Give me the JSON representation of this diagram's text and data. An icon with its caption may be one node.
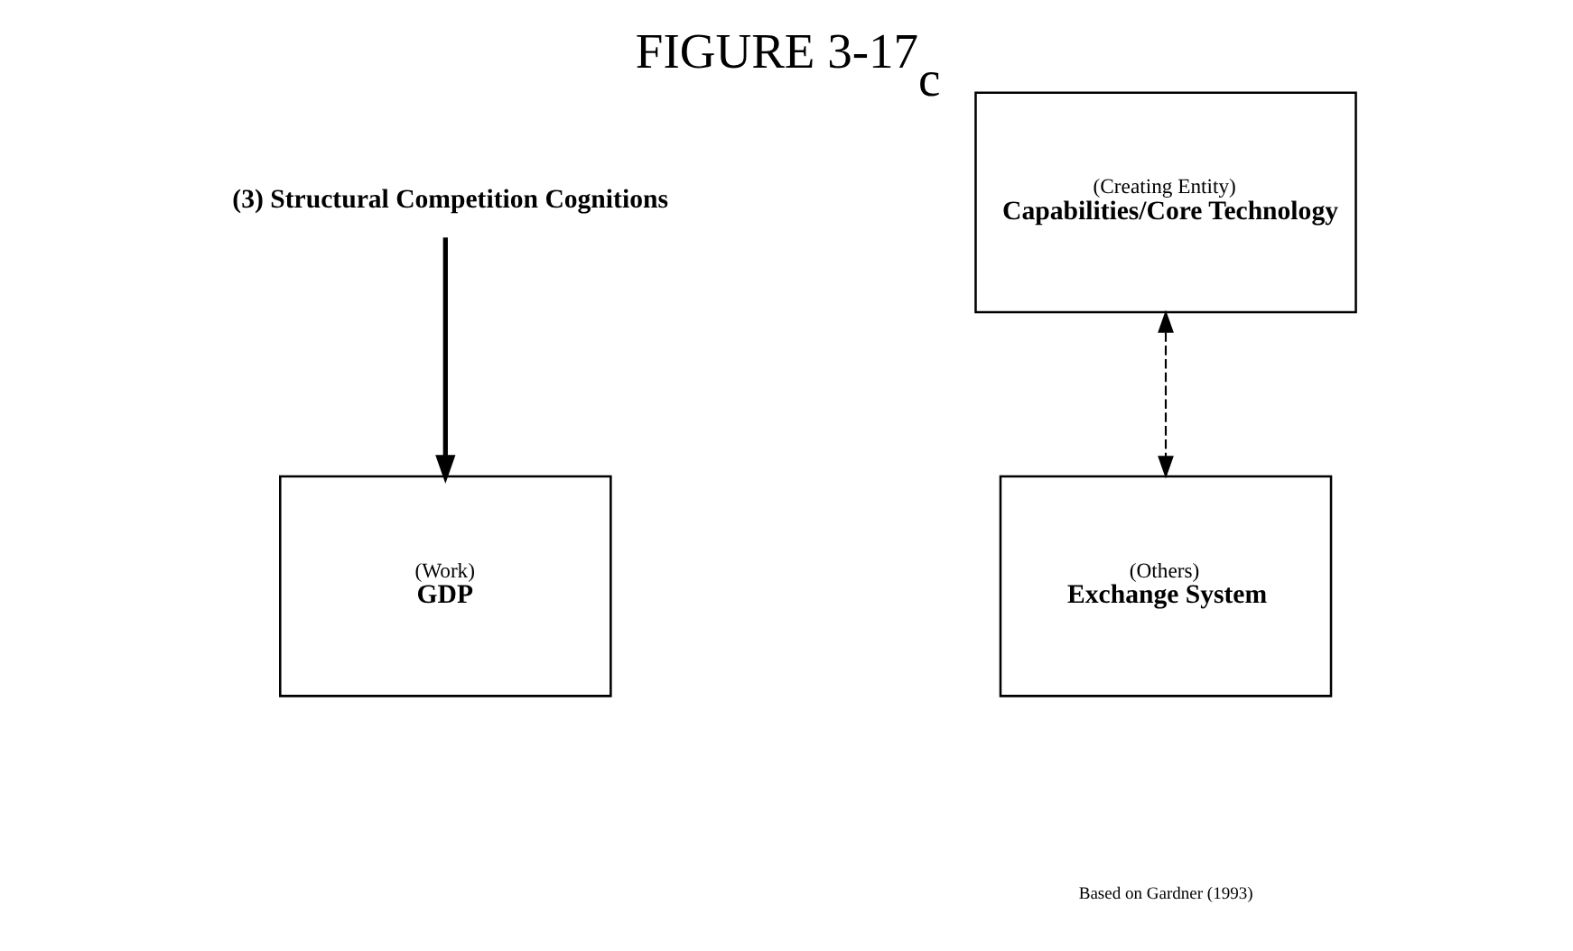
{
  "diagram": {
    "title": "FIGURE 3-17$_{c}$",
    "nodes": [
      {
        "text": [
          "(3) Structural Competition Cognitions"
        ]
      },
      {
        "text": [
          "(Creating Entity)",
          "Capabilities/Core Technology"
        ]
      },
      {
        "text": [
          "(Others)",
          "Exchange System"
        ]
      },
      {
        "text": [
          "(Work)",
          "GDP"
        ]
      }
    ],
    "edges": [
      {
        "from": 0,
        "to": 3,
        "arrow": "to",
        "style": "thick"
      },
      {
        "from": 1,
        "to": 2,
        "arrow": "both",
        "style": "dashed"
      }
    ],
    "labels": [
      "Based on Gardner (1993)"
    ]
  }
}
